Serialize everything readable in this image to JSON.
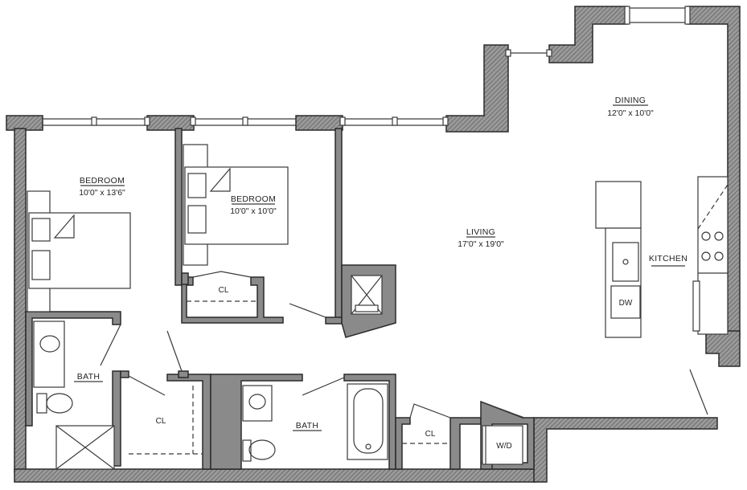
{
  "rooms": {
    "bedroom1": {
      "name": "BEDROOM",
      "dims": "10'0\" x 13'6\""
    },
    "bedroom2": {
      "name": "BEDROOM",
      "dims": "10'0\" x 10'0\""
    },
    "living": {
      "name": "LIVING",
      "dims": "17'0\" x 19'0\""
    },
    "dining": {
      "name": "DINING",
      "dims": "12'0\" x 10'0\""
    },
    "kitchen": {
      "name": "KITCHEN"
    },
    "bath1": {
      "name": "BATH"
    },
    "bath2": {
      "name": "BATH"
    },
    "closet_bed2": {
      "name": "CL"
    },
    "closet_hall": {
      "name": "CL"
    },
    "closet_laundry": {
      "name": "CL"
    }
  },
  "fixtures": {
    "dishwasher": "DW",
    "washer_dryer": "W/D"
  }
}
